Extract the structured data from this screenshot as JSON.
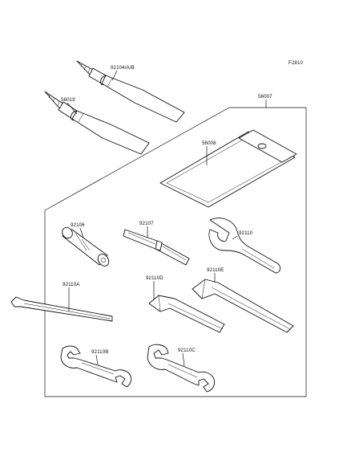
{
  "figure_id": "F2810",
  "parts": {
    "p92104": "92104/A/B",
    "p56019": "56019",
    "p56007": "56007",
    "p56008": "56008",
    "p92106": "92106",
    "p92107": "92107",
    "p92110": "92110",
    "p92110A": "92110A",
    "p92110D": "92110D",
    "p92110E": "92110E",
    "p92110B": "92110B",
    "p92110C": "92110C"
  }
}
